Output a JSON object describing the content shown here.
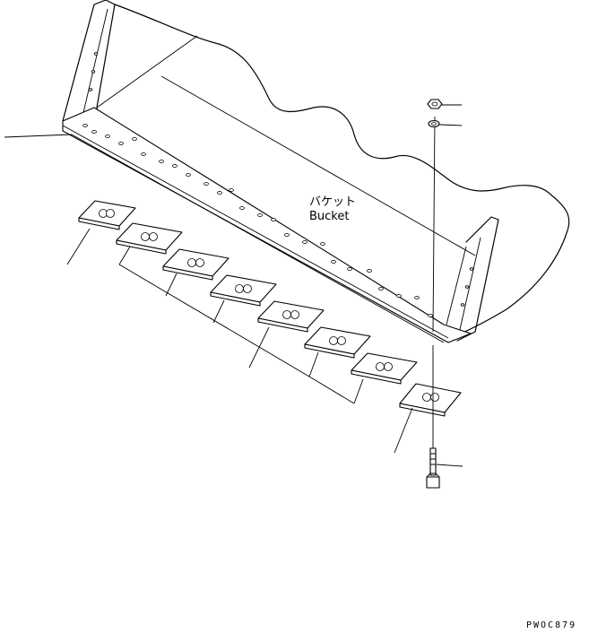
{
  "labels": {
    "bucket_jp": "バケット",
    "bucket_en": "Bucket",
    "drawing_code": "PWOC879"
  }
}
